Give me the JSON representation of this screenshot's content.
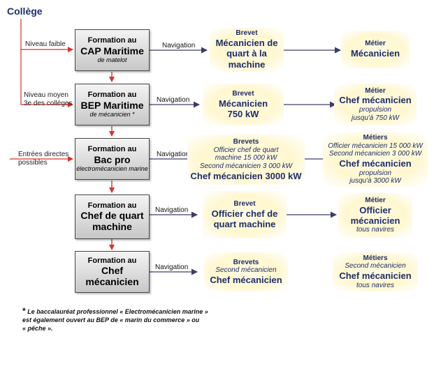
{
  "top_label": "Collège",
  "entries": [
    "Niveau faible",
    "Niveau moyen 3e des collèges",
    "Entrées directes possibles"
  ],
  "navigation_label": "Navigation",
  "formations": [
    {
      "head": "Formation au",
      "main": "CAP Maritime",
      "sub": "de matelot"
    },
    {
      "head": "Formation au",
      "main": "BEP Maritime",
      "sub": "de mécanicien *"
    },
    {
      "head": "Formation au",
      "main": "Bac pro",
      "sub": "électromécanicien marine"
    },
    {
      "head": "Formation au",
      "main": "Chef de quart machine",
      "sub": ""
    },
    {
      "head": "Formation au",
      "main": "Chef mécanicien",
      "sub": ""
    }
  ],
  "brevets": [
    {
      "head": "Brevet",
      "lines": [
        "Mécanicien de quart à la machine"
      ]
    },
    {
      "head": "Brevet",
      "lines": [
        "Mécanicien 750 kW"
      ]
    },
    {
      "head": "Brevets",
      "it": [
        "Officier chef de quart",
        "machine 15 000 kW",
        "Second mécanicien 3 000 kW"
      ],
      "lines": [
        "Chef mécanicien 3000 kW"
      ]
    },
    {
      "head": "Brevet",
      "lines": [
        "Officier chef de quart machine"
      ]
    },
    {
      "head": "Brevets",
      "it": [
        "Second mécanicien"
      ],
      "lines": [
        "Chef mécanicien"
      ]
    }
  ],
  "metiers": [
    {
      "head": "Métier",
      "lines": [
        "Mécanicien"
      ],
      "it": []
    },
    {
      "head": "Métier",
      "lines": [
        "Chef mécanicien"
      ],
      "it": [
        "propulsion",
        "jusqu'à 750 kW"
      ]
    },
    {
      "head": "Métiers",
      "pre": [
        "Officier mécanicien 15 000 kW",
        "Second mécanicien 3 000 kW"
      ],
      "lines": [
        "Chef mécanicien"
      ],
      "it": [
        "propulsion",
        "jusqu'à 3000 kW"
      ]
    },
    {
      "head": "Métier",
      "lines": [
        "Officier mécanicien"
      ],
      "it": [
        "tous navires"
      ]
    },
    {
      "head": "Métiers",
      "pre": [
        "Second mécanicien"
      ],
      "lines": [
        "Chef mécanicien"
      ],
      "it": [
        "tous navires"
      ]
    }
  ],
  "footnote": {
    "star": "*",
    "lines": [
      "Le baccalauréat professionnel « Electromécanicien marine »",
      "est également ouvert au BEP de « marin du commerce » ou",
      "« pêche »."
    ]
  },
  "colors": {
    "entry_arrow": "#d9312b",
    "flow_arrow": "#3c3c6b",
    "title": "#1c2f6b",
    "target_text": "#1f2d6a"
  }
}
